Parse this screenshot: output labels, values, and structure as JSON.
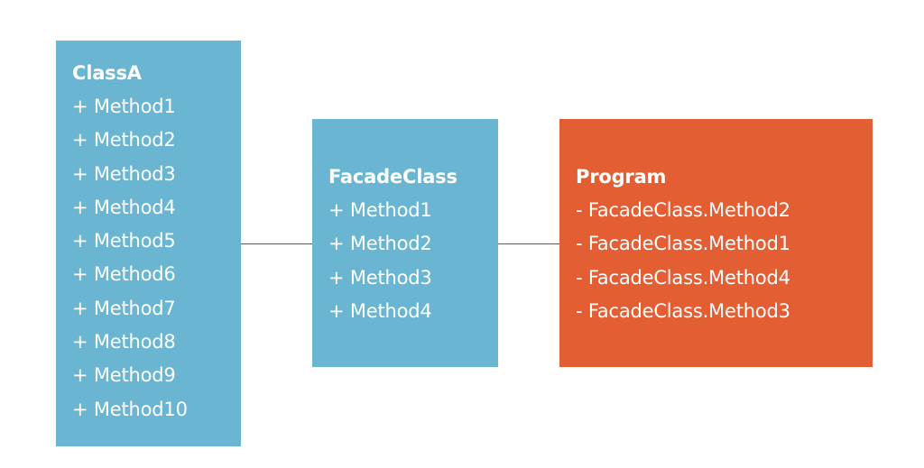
{
  "diagram": {
    "class_a": {
      "title": "ClassA",
      "items": [
        "+ Method1",
        "+ Method2",
        "+ Method3",
        "+ Method4",
        "+ Method5",
        "+ Method6",
        "+ Method7",
        "+ Method8",
        "+ Method9",
        "+ Method10"
      ]
    },
    "facade_class": {
      "title": "FacadeClass",
      "items": [
        "+ Method1",
        "+ Method2",
        "+ Method3",
        "+ Method4"
      ]
    },
    "program": {
      "title": "Program",
      "items": [
        "- FacadeClass.Method2",
        "- FacadeClass.Method1",
        "- FacadeClass.Method4",
        "- FacadeClass.Method3"
      ]
    },
    "colors": {
      "class_box": "#6ab6d2",
      "program_box": "#e35f33",
      "text": "#ffffff",
      "connector": "#5a5a5a",
      "background": "#ffffff"
    }
  }
}
